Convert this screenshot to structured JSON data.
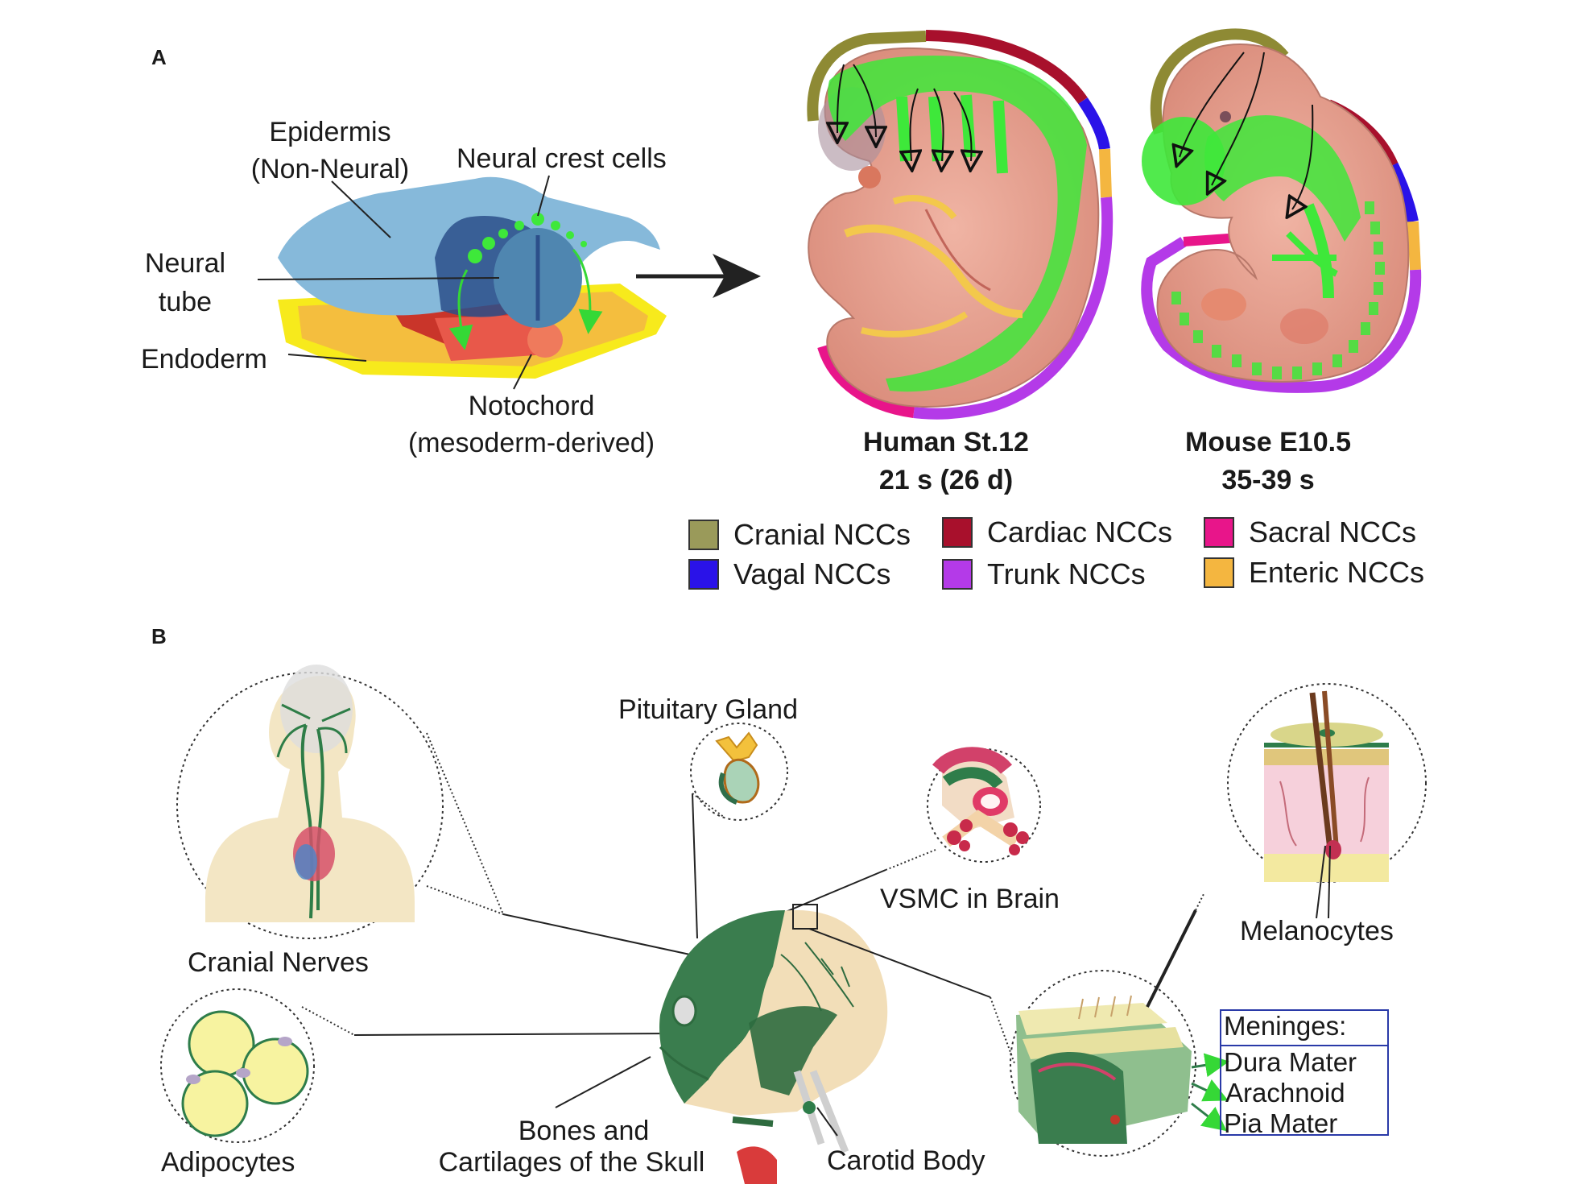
{
  "panel_a": {
    "letter": "A",
    "labels": {
      "epidermis": "Epidermis",
      "epidermis_sub": "(Non-Neural)",
      "neural_crest": "Neural crest cells",
      "neural": "Neural",
      "tube": "tube",
      "endoderm": "Endoderm",
      "notochord": "Notochord",
      "notochord_sub": "(mesoderm-derived)"
    },
    "human": {
      "line1": "Human St.12",
      "line2": "21 s (26 d)"
    },
    "mouse": {
      "line1": "Mouse E10.5",
      "line2": "35-39 s"
    },
    "legend": [
      {
        "label": "Cranial NCCs",
        "color": "#9a9a5a"
      },
      {
        "label": "Cardiac NCCs",
        "color": "#a8102c"
      },
      {
        "label": "Sacral NCCs",
        "color": "#e8158a"
      },
      {
        "label": "Vagal NCCs",
        "color": "#2a12e8"
      },
      {
        "label": "Trunk NCCs",
        "color": "#b43ae8"
      },
      {
        "label": "Enteric NCCs",
        "color": "#f4b640"
      }
    ]
  },
  "panel_b": {
    "letter": "B",
    "labels": {
      "pituitary": "Pituitary Gland",
      "vsmc": "VSMC in Brain",
      "melanocytes": "Melanocytes",
      "cranial_nerves": "Cranial Nerves",
      "adipocytes": "Adipocytes",
      "bones_1": "Bones and",
      "bones_2": "Cartilages of the Skull",
      "carotid": "Carotid Body",
      "meninges_title": "Meninges:",
      "dura": "Dura Mater",
      "arachnoid": "Arachnoid",
      "pia": "Pia Mater"
    }
  },
  "colors": {
    "epidermis": "#7fb3d6",
    "neural_tube": "#4f86b0",
    "endoderm": "#f5e21e",
    "mesoderm": "#d9452e",
    "ncc_green": "#3ee83a",
    "embryo_body": "#e7a38f",
    "skull_green": "#2e6b3f",
    "box_blue": "#2a3aa8"
  }
}
